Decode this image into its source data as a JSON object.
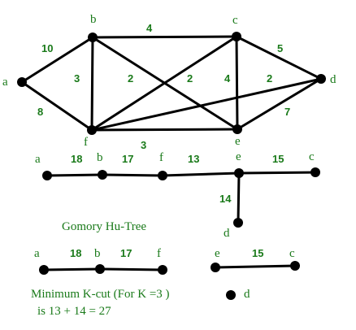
{
  "graph": {
    "node_labels": {
      "a": "a",
      "b": "b",
      "c": "c",
      "d": "d",
      "e": "e",
      "f": "f"
    },
    "edges": [
      {
        "from": "a",
        "to": "b",
        "weight": "10"
      },
      {
        "from": "a",
        "to": "f",
        "weight": "8"
      },
      {
        "from": "b",
        "to": "c",
        "weight": "4"
      },
      {
        "from": "b",
        "to": "f",
        "weight": "3"
      },
      {
        "from": "b",
        "to": "e",
        "weight": "2"
      },
      {
        "from": "f",
        "to": "c",
        "weight": "2"
      },
      {
        "from": "c",
        "to": "e",
        "weight": "4"
      },
      {
        "from": "f",
        "to": "d",
        "weight": "2"
      },
      {
        "from": "c",
        "to": "d",
        "weight": "5"
      },
      {
        "from": "e",
        "to": "d",
        "weight": "7"
      },
      {
        "from": "f",
        "to": "e",
        "weight": "3"
      }
    ]
  },
  "tree": {
    "node_labels": {
      "a": "a",
      "b": "b",
      "f": "f",
      "e": "e",
      "c": "c",
      "d": "d"
    },
    "edges": [
      {
        "from": "a",
        "to": "b",
        "weight": "18"
      },
      {
        "from": "b",
        "to": "f",
        "weight": "17"
      },
      {
        "from": "f",
        "to": "e",
        "weight": "13"
      },
      {
        "from": "e",
        "to": "c",
        "weight": "15"
      },
      {
        "from": "e",
        "to": "d",
        "weight": "14"
      }
    ],
    "caption": "Gomory  Hu-Tree"
  },
  "cut": {
    "components": [
      {
        "nodes": [
          "a",
          "b",
          "f"
        ],
        "edges": [
          {
            "from": "a",
            "to": "b",
            "weight": "18"
          },
          {
            "from": "b",
            "to": "f",
            "weight": "17"
          }
        ]
      },
      {
        "nodes": [
          "e",
          "c"
        ],
        "edges": [
          {
            "from": "e",
            "to": "c",
            "weight": "15"
          }
        ]
      },
      {
        "nodes": [
          "d"
        ],
        "edges": []
      }
    ],
    "caption_line1": "Minimum  K-cut   (For  K  =3  )",
    "caption_line2": "is  13  +  14  =  27"
  },
  "colors": {
    "text": "#1a7a1a",
    "stroke": "#000000",
    "background": "#ffffff"
  }
}
